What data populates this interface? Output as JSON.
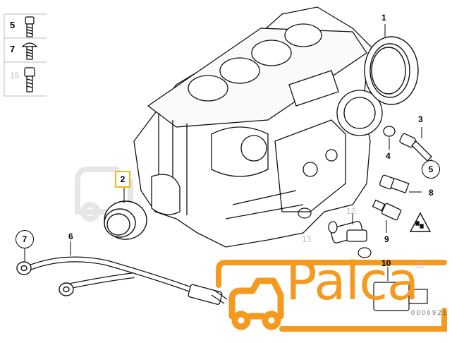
{
  "legend": [
    {
      "num": "5",
      "icon": "bolt-icon"
    },
    {
      "num": "7",
      "icon": "bolt-icon"
    },
    {
      "num": "15",
      "icon": "bolt-icon"
    }
  ],
  "callouts": {
    "c1": "1",
    "c2": "2",
    "c3": "3",
    "c4": "4",
    "c5": "5",
    "c6": "6",
    "c7": "7",
    "c8": "8",
    "c9": "9",
    "c10": "10",
    "c11": "11",
    "c12": "12",
    "c13": "13"
  },
  "part_code": "0 0 0 0 9 2 1",
  "logo": {
    "text": "Palca",
    "color": "#f39a1f"
  }
}
